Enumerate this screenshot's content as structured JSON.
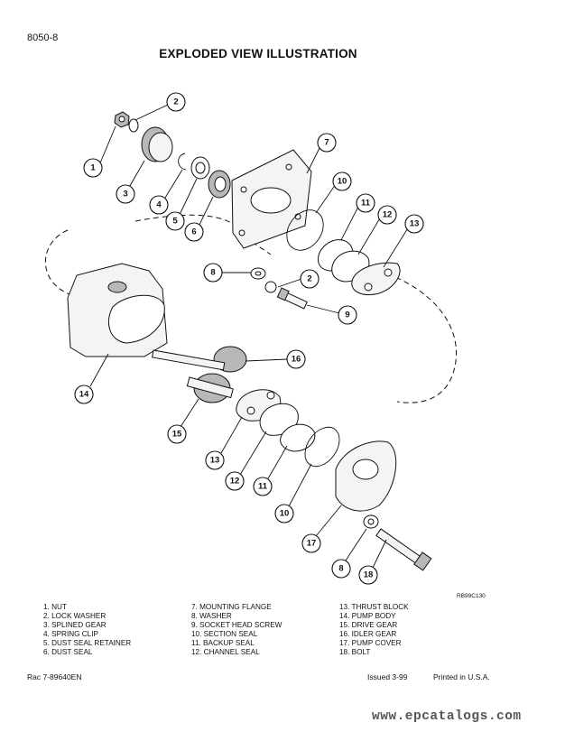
{
  "page_number": "8050-8",
  "title": "EXPLODED VIEW ILLUSTRATION",
  "figure_code": "RB99C130",
  "callouts": [
    "1",
    "2",
    "3",
    "4",
    "5",
    "6",
    "7",
    "8",
    "2",
    "9",
    "10",
    "11",
    "12",
    "13",
    "14",
    "16",
    "15",
    "13",
    "12",
    "11",
    "10",
    "17",
    "8",
    "18"
  ],
  "legend": {
    "col_a": [
      "1. NUT",
      "2. LOCK WASHER",
      "3. SPLINED GEAR",
      "4. SPRING CLIP",
      "5. DUST SEAL RETAINER",
      "6. DUST SEAL"
    ],
    "col_b": [
      "7. MOUNTING FLANGE",
      "8. WASHER",
      "9. SOCKET HEAD SCREW",
      "10. SECTION SEAL",
      "11. BACKUP SEAL",
      "12. CHANNEL SEAL"
    ],
    "col_c": [
      "13. THRUST BLOCK",
      "14. PUMP BODY",
      "15. DRIVE GEAR",
      "16. IDLER GEAR",
      "17. PUMP COVER",
      "18. BOLT"
    ]
  },
  "footer": {
    "doc_id": "Rac 7-89640EN",
    "issued": "Issued 3-99",
    "printed": "Printed in U.S.A."
  },
  "watermark": "www.epcatalogs.com"
}
